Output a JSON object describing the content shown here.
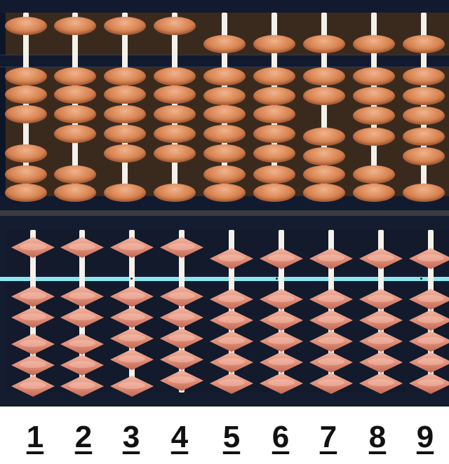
{
  "column_labels": [
    "1",
    "2",
    "3",
    "4",
    "5",
    "6",
    "7",
    "8",
    "9"
  ],
  "colors": {
    "frame": "#111a2e",
    "bead_top_abacus": "#dc8a58",
    "bead_bottom_abacus": "#e3907a",
    "rod": "#f4f1ea",
    "beam_line": "#8ee6ee",
    "label_text": "#111111"
  }
}
